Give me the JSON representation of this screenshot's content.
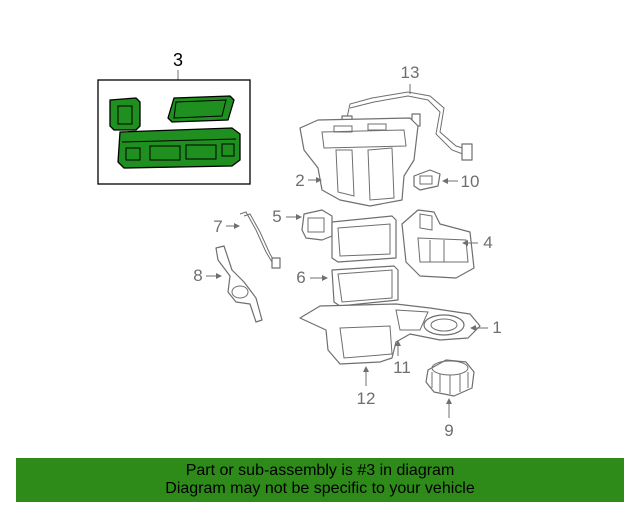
{
  "callouts": {
    "c1": "1",
    "c2": "2",
    "c3": "3",
    "c4": "4",
    "c5": "5",
    "c6": "6",
    "c7": "7",
    "c8": "8",
    "c9": "9",
    "c10": "10",
    "c11": "11",
    "c12": "12",
    "c13": "13"
  },
  "highlighted_part": "3",
  "highlight_color": "#2e8b1a",
  "banner": {
    "line1": "Part or sub-assembly is #3 in diagram",
    "line2": "Diagram may not be specific to your vehicle"
  }
}
